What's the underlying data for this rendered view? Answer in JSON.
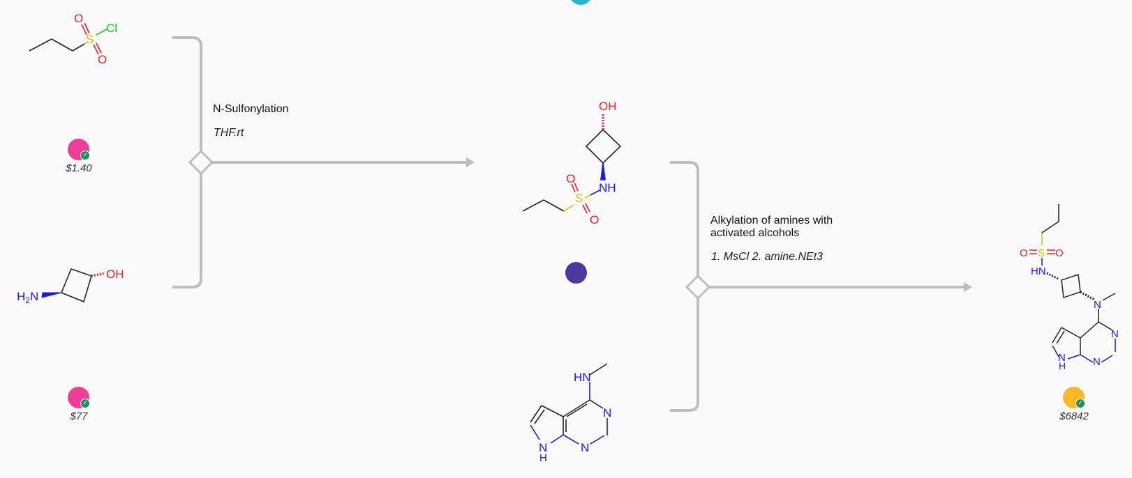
{
  "reactions": [
    {
      "name": "N-Sulfonylation",
      "conditions": "THF.rt"
    },
    {
      "name_line1": "Alkylation of amines with",
      "name_line2": "activated alcohols",
      "conditions": "1. MsCl 2. amine.NEt3"
    }
  ],
  "molecules": {
    "sulfonyl_chloride": {
      "atoms": {
        "o1": "O",
        "o2": "O",
        "s": "S",
        "cl": "Cl"
      },
      "price": "$1.40",
      "status_color": "#ee3e9a"
    },
    "aminocyclobutanol": {
      "atoms": {
        "n": "H2N",
        "oh": "OH"
      },
      "price": "$77",
      "status_color": "#ee3e9a"
    },
    "intermediate": {
      "atoms": {
        "oh": "OH",
        "nh": "NH",
        "o1": "O",
        "o2": "O",
        "s": "S"
      },
      "status_color": "#4b3a9a"
    },
    "pyrrolopyrimidine": {
      "atoms": {
        "hn": "HN",
        "n1": "N",
        "n2": "N",
        "nh": "NH"
      }
    },
    "product": {
      "atoms": {
        "o1": "O",
        "o2": "O",
        "s": "S",
        "hn": "HN",
        "n_me": "N",
        "n1": "N",
        "n2": "N",
        "nh": "NH"
      },
      "price": "$6842",
      "status_color": "#f7b928"
    }
  },
  "colors": {
    "oxygen": "#e8212a",
    "sulfur": "#c8c800",
    "chlorine": "#21c321",
    "nitrogen": "#1a1ae6",
    "bond": "#222222",
    "arrow": "#bdbdbd",
    "check": "#1e8e5a"
  },
  "icons": {
    "check": "check-icon",
    "avatar": "avatar-icon"
  }
}
